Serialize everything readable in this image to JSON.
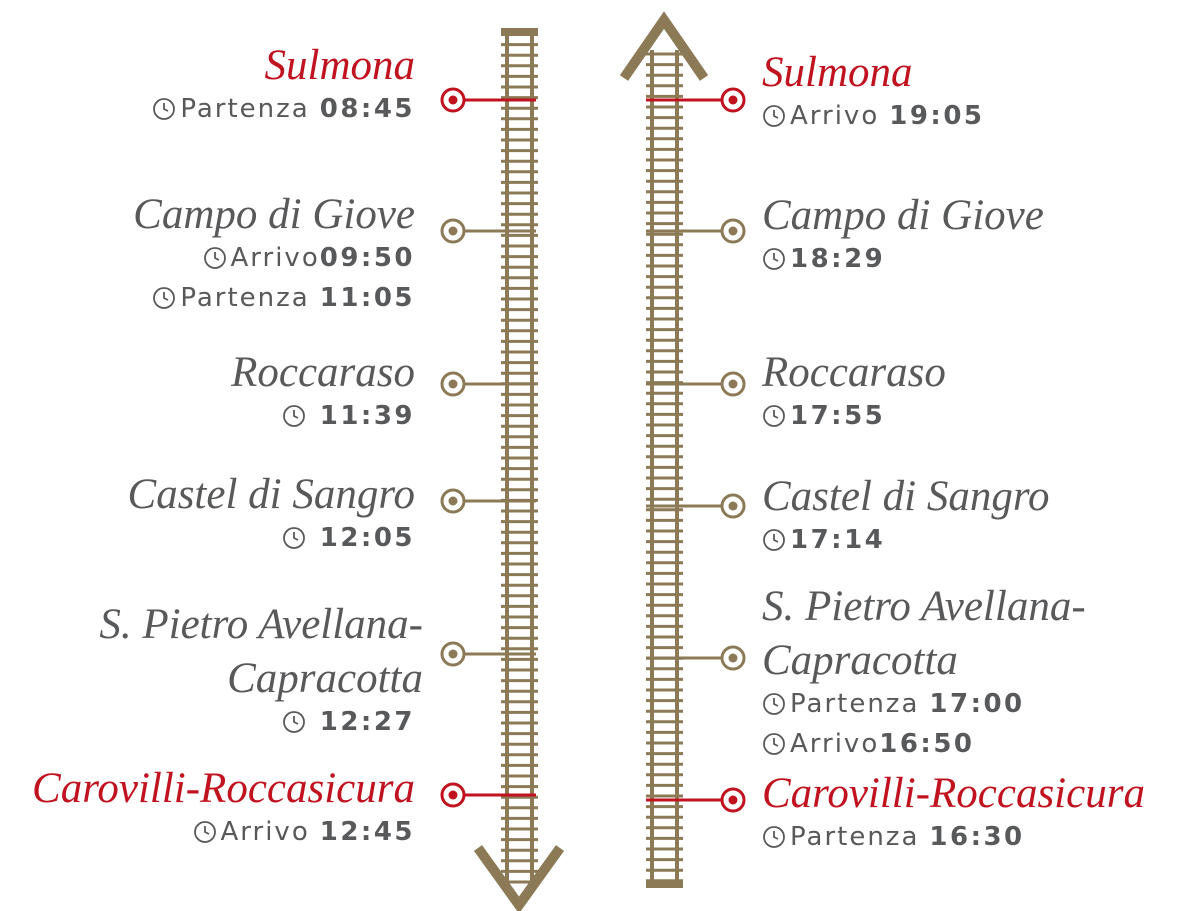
{
  "colors": {
    "track": "#8b7a55",
    "terminal": "#c1121f",
    "text": "#58595b"
  },
  "outbound": {
    "direction_icon": "arrow-down-icon",
    "stops": [
      {
        "name": "Sulmona",
        "terminal": true,
        "times": [
          {
            "label": "Partenza",
            "time": "08:45"
          }
        ]
      },
      {
        "name": "Campo di Giove",
        "terminal": false,
        "times": [
          {
            "label": "Arrivo",
            "time": "09:50"
          },
          {
            "label": "Partenza",
            "time": "11:05"
          }
        ]
      },
      {
        "name": "Roccaraso",
        "terminal": false,
        "times": [
          {
            "label": "",
            "time": "11:39"
          }
        ]
      },
      {
        "name": "Castel di Sangro",
        "terminal": false,
        "times": [
          {
            "label": "",
            "time": "12:05"
          }
        ]
      },
      {
        "name_line1": "S. Pietro Avellana-",
        "name_line2": "Capracotta",
        "terminal": false,
        "times": [
          {
            "label": "",
            "time": "12:27"
          }
        ]
      },
      {
        "name": "Carovilli-Roccasicura",
        "terminal": true,
        "times": [
          {
            "label": "Arrivo",
            "time": "12:45"
          }
        ]
      }
    ]
  },
  "return": {
    "direction_icon": "arrow-up-icon",
    "stops": [
      {
        "name": "Sulmona",
        "terminal": true,
        "times": [
          {
            "label": "Arrivo",
            "time": "19:05"
          }
        ]
      },
      {
        "name": "Campo di Giove",
        "terminal": false,
        "times": [
          {
            "label": "",
            "time": "18:29"
          }
        ]
      },
      {
        "name": "Roccaraso",
        "terminal": false,
        "times": [
          {
            "label": "",
            "time": "17:55"
          }
        ]
      },
      {
        "name": "Castel di Sangro",
        "terminal": false,
        "times": [
          {
            "label": "",
            "time": "17:14"
          }
        ]
      },
      {
        "name_line1": "S. Pietro Avellana-",
        "name_line2": "Capracotta",
        "terminal": false,
        "times": [
          {
            "label": "Partenza",
            "time": "17:00"
          },
          {
            "label": "Arrivo",
            "time": "16:50"
          }
        ]
      },
      {
        "name": "Carovilli-Roccasicura",
        "terminal": true,
        "times": [
          {
            "label": "Partenza",
            "time": "16:30"
          }
        ]
      }
    ]
  }
}
